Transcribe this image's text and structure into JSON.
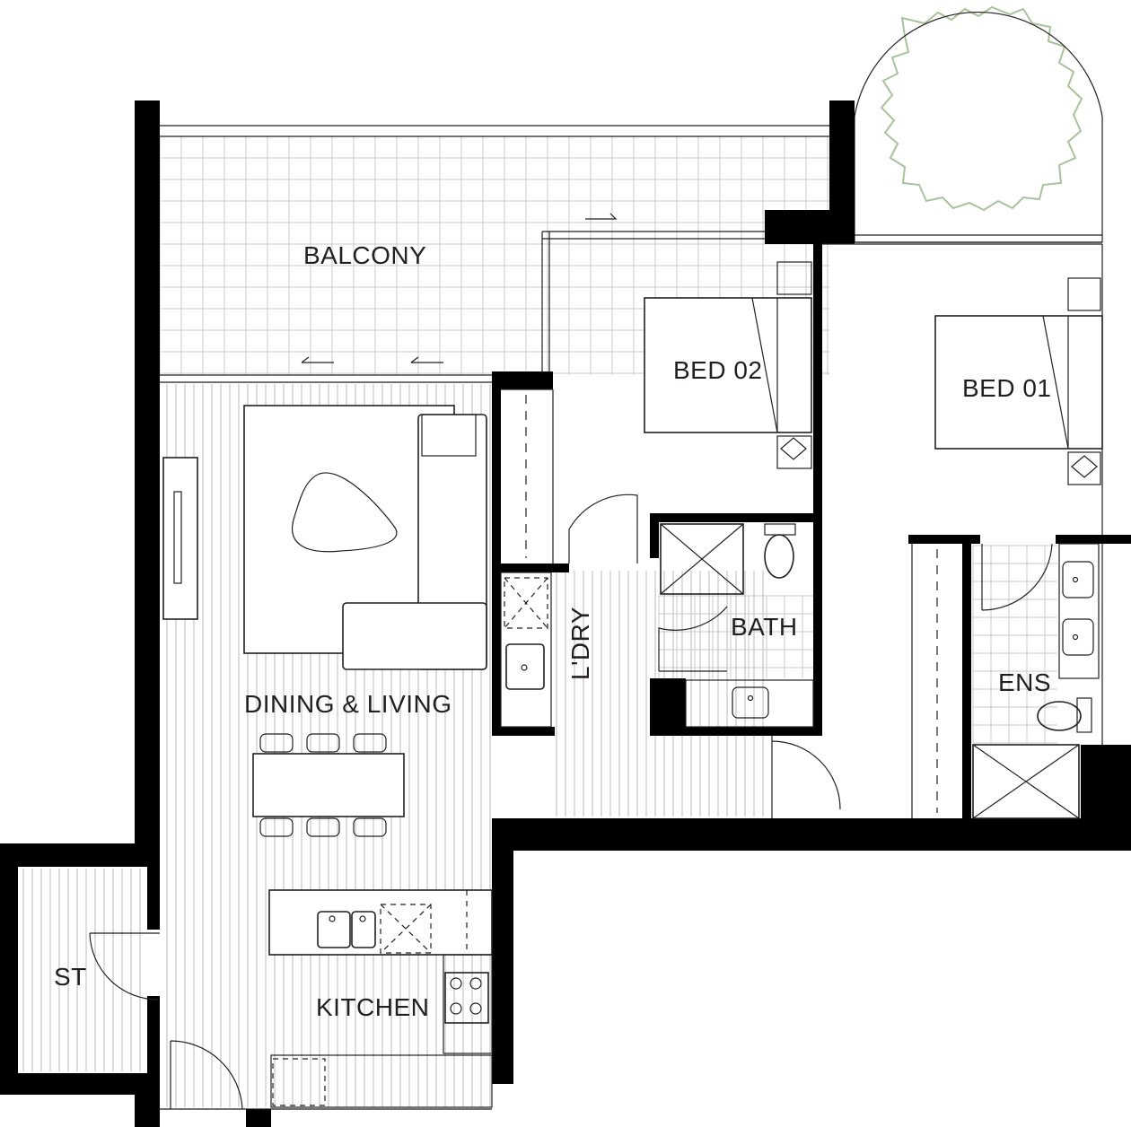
{
  "rooms": {
    "balcony": "BALCONY",
    "bed02": "BED 02",
    "bed01": "BED 01",
    "bath": "BATH",
    "laundry": "L'DRY",
    "dining_living": "DINING & LIVING",
    "ens": "ENS",
    "kitchen": "KITCHEN",
    "storage": "ST"
  },
  "colors": {
    "wall": "#000000",
    "line": "#231f20",
    "floor_hatch": "#b8b8b8",
    "tree": "#a8c39a"
  }
}
